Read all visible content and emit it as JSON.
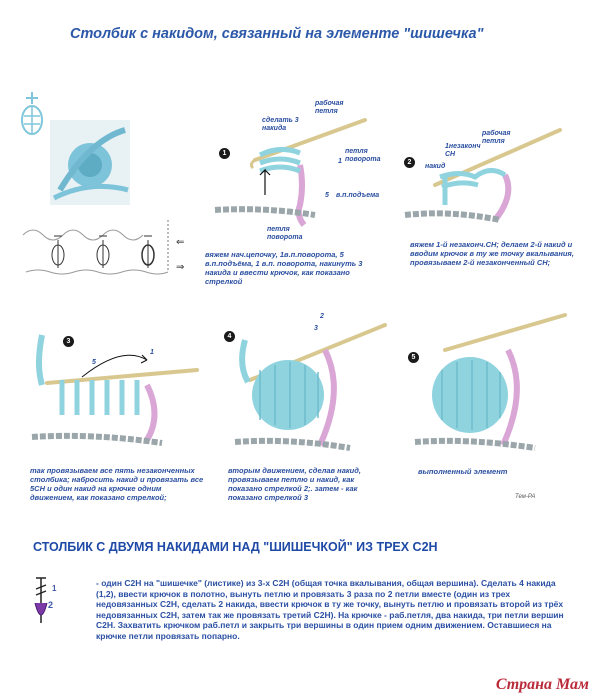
{
  "header": {
    "title": "Столбик с накидом, связанный на элементе \"шишечка\""
  },
  "steps": [
    {
      "number": "1",
      "labels": {
        "working_loop": "рабочая петля",
        "make_3_yo": "сделать 3 накида",
        "turning_loop": "петля поворота",
        "turning_loop_2": "петля поворота",
        "ch_turning": "в.п.подъема",
        "count_1": "1",
        "count_5": "5"
      },
      "caption": "вяжем нач.цепочку, 1в.п.поворота, 5 в.п.подъёма, 1 в.п. поворота, накинуть 3 накида и ввести крючок, как показано стрелкой"
    },
    {
      "number": "2",
      "labels": {
        "first_unfinished": "1незаконч СН",
        "yarn_over": "накид",
        "working_loop": "рабочая петля"
      },
      "caption": "вяжем 1-й незаконч.СН; делаем 2-й накид и вводим крючок в ту же точку вкалывания, провязываем 2-й незаконченный СН;"
    },
    {
      "number": "3",
      "labels": {
        "count_5": "5",
        "count_1": "1"
      },
      "caption": "так провязываем все пять незаконченных столбика; набросить накид и провязать все 5СН и один накид на крючке одним движением, как показано стрелкой;"
    },
    {
      "number": "4",
      "labels": {
        "count_2": "2",
        "count_3": "3"
      },
      "caption": "вторым движением, сделав накид, провязываем петлю и накид, как показано стрелкой 2;. затем - как показано стрелкой 3"
    },
    {
      "number": "5",
      "labels": {},
      "caption": "выполненный элемент"
    }
  ],
  "signature": "Тем-РА",
  "section2": {
    "title": "СТОЛБИК С ДВУМЯ НАКИДАМИ  НАД \"ШИШЕЧКОЙ\" ИЗ ТРЕХ С2Н",
    "symbol_labels": {
      "one": "1",
      "two": "2"
    },
    "description": "- один С2Н на \"шишечке\" (листике) из 3-х С2Н (общая точка вкалывания, общая вершина). Сделать 4 накида (1,2), ввести  крючок в полотно, вынуть петлю и провязать 3 раза по 2 петли вместе (один из трех недовязанных  С2Н,  сделать 2 накида, ввести крючок в ту же точку, вынуть петлю и провязать второй из трёх недовязанных С2Н, затем так же провязать третий С2Н). На крючке - раб.петля, два накида, три петли вершин С2Н.  Захватить крючком раб.петл и закрыть три вершины в один прием одним движением. Оставшиеся на крючке петли провязать попарно."
  },
  "watermark": "Страна Мам",
  "colors": {
    "title_blue": "#2b58a8",
    "yarn_cyan": "#8fd3df",
    "yarn_pink": "#d9a6d6",
    "yarn_gray": "#9aa6a9",
    "hook": "#d8c890",
    "watermark_red": "#ba2b3a"
  }
}
